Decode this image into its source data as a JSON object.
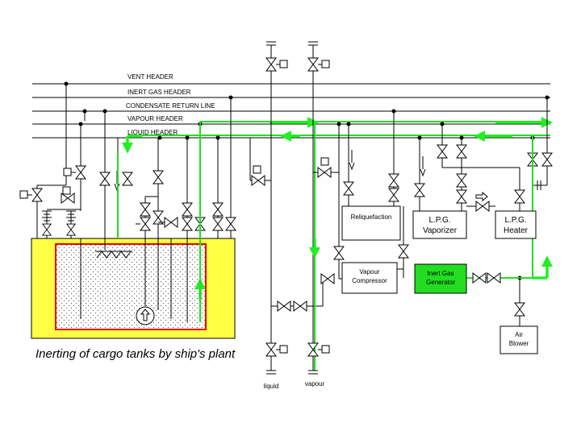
{
  "headers": {
    "vent": "VENT HEADER",
    "inert_gas": "INERT GAS HEADER",
    "condensate": "CONDENSATE RETURN LINE",
    "vapour": "VAPOUR HEADER",
    "liquid": "LIQUID HEADER"
  },
  "equipment": {
    "reliquefaction": "Reliquefaction",
    "lpg_vaporizer_1": "L.P.G.",
    "lpg_vaporizer_2": "Vaporizer",
    "lpg_heater_1": "L.P.G.",
    "lpg_heater_2": "Heater",
    "vapour_compressor_1": "Vapour",
    "vapour_compressor_2": "Compressor",
    "inert_gas_generator_1": "Inert Gas",
    "inert_gas_generator_2": "Generator",
    "air_blower_1": "Air",
    "air_blower_2": "Blower"
  },
  "bottom_labels": {
    "liquid": "liquid",
    "vapour": "vapour"
  },
  "caption": "Inerting of cargo tanks by ship's plant",
  "colors": {
    "flow_green": "#22ee22",
    "tank_yellow": "#ffff44",
    "tank_red": "#ee0000",
    "generator_green": "#22dd22"
  }
}
